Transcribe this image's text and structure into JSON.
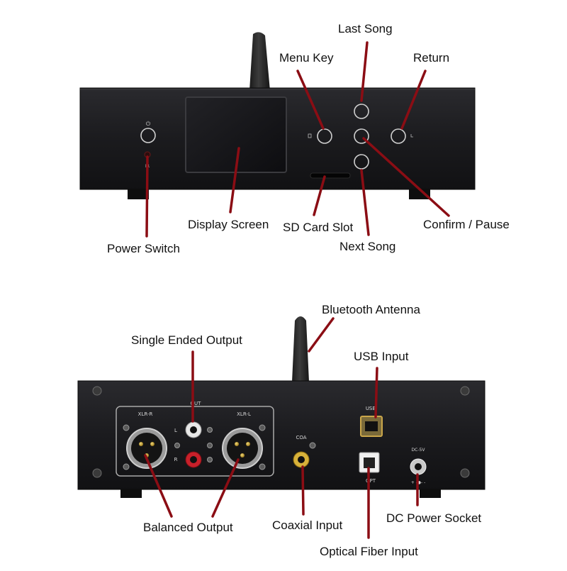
{
  "front_panel": {
    "callouts": {
      "last_song": "Last Song",
      "menu_key": "Menu Key",
      "return": "Return",
      "display_screen": "Display Screen",
      "sd_card_slot": "SD Card Slot",
      "confirm_pause": "Confirm / Pause",
      "next_song": "Next Song",
      "power_switch": "Power Switch"
    },
    "panel_marks": {
      "ir": "IR"
    }
  },
  "rear_panel": {
    "callouts": {
      "bluetooth_antenna": "Bluetooth Antenna",
      "single_ended_output": "Single Ended Output",
      "usb_input": "USB Input",
      "balanced_output": "Balanced Output",
      "coaxial_input": "Coaxial Input",
      "dc_power_socket": "DC Power Socket",
      "optical_fiber_input": "Optical Fiber Input"
    },
    "panel_marks": {
      "out": "OUT",
      "xlr_r": "XLR-R",
      "xlr_l": "XLR-L",
      "left": "L",
      "right": "R",
      "coa": "COA",
      "usb": "USB",
      "opt": "OPT",
      "dc": "DC-5V",
      "polarity": "+ -●- -"
    }
  },
  "colors": {
    "chassis": "#1b1b1d",
    "leader_line": "#8b0d14",
    "rca_white": "#e8e8e8",
    "rca_red": "#c8202a",
    "coax_gold": "#d8b23a"
  }
}
